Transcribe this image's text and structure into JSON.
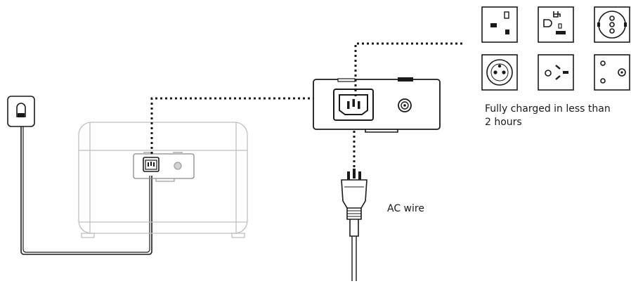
{
  "captions": {
    "charge_line1": "Fully charged in less than",
    "charge_line2": "2 hours",
    "ac_wire": "AC wire"
  },
  "icons": {
    "wall_outlet": "wall-outlet-icon",
    "power_station": "power-station-icon",
    "ac_port_panel": "ac-port-panel-icon",
    "ac_plug": "ac-plug-icon",
    "sockets": [
      "us-socket-icon",
      "uk-socket-icon",
      "eu-schuko-socket-icon",
      "fr-socket-icon",
      "au-socket-icon",
      "in-socket-icon"
    ]
  },
  "colors": {
    "line": "#1a1a1a",
    "device": "#bfbfbf"
  }
}
